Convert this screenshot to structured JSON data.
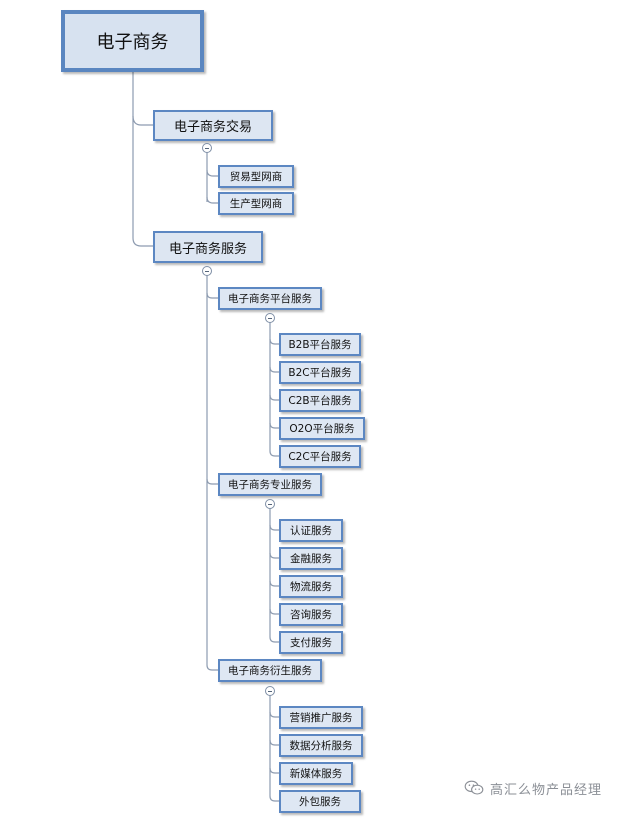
{
  "root": {
    "label": "电子商务"
  },
  "trade": {
    "label": "电子商务交易",
    "children": [
      "贸易型网商",
      "生产型网商"
    ]
  },
  "service": {
    "label": "电子商务服务",
    "platform": {
      "label": "电子商务平台服务",
      "children": [
        "B2B平台服务",
        "B2C平台服务",
        "C2B平台服务",
        "O2O平台服务",
        "C2C平台服务"
      ]
    },
    "professional": {
      "label": "电子商务专业服务",
      "children": [
        "认证服务",
        "金融服务",
        "物流服务",
        "咨询服务",
        "支付服务"
      ]
    },
    "derived": {
      "label": "电子商务衍生服务",
      "children": [
        "营销推广服务",
        "数据分析服务",
        "新媒体服务",
        "外包服务"
      ]
    }
  },
  "watermark": {
    "text": "高汇么物产品经理",
    "icon": "wechat-icon"
  },
  "colors": {
    "node_fill": "#dde6f2",
    "node_border": "#5c87c2",
    "line": "#7f8fa6"
  }
}
